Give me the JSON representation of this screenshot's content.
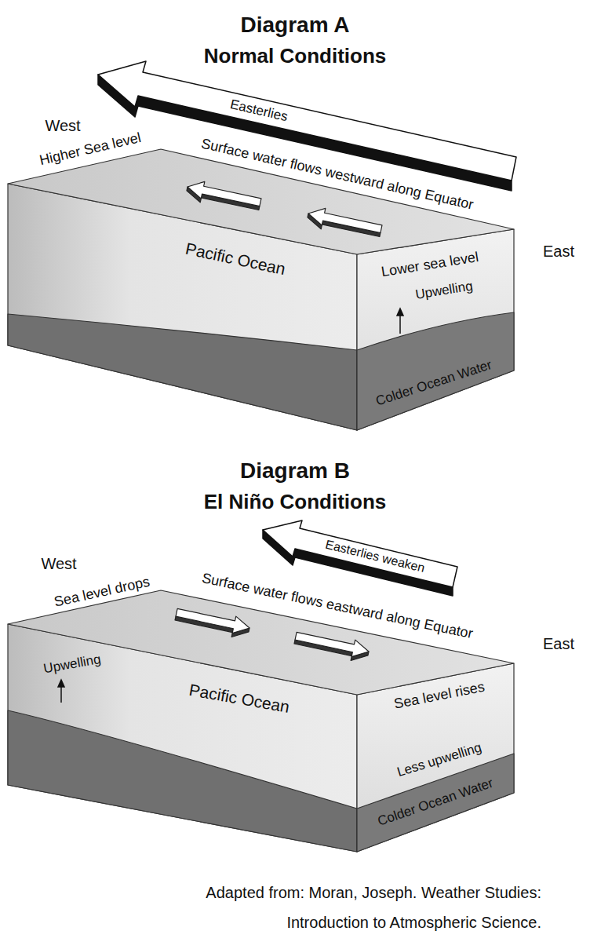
{
  "diagram": {
    "caption": "Adapted from: Moran, Joseph. Weather Studies: Introduction to Atmospheric Science.",
    "labels": [
      "Diagram A",
      "Normal Conditions",
      "West",
      "Easterlies",
      "Higher Sea level",
      "Surface water flows westward along Equator",
      "East",
      "Pacific Ocean",
      "Lower sea level",
      "Upwelling",
      "Colder Ocean Water",
      "Diagram B",
      "El Niño Conditions",
      "Easterlies weaken",
      "West",
      "Sea level drops",
      "Surface water flows eastward along Equator",
      "East",
      "Upwelling",
      "Pacific Ocean",
      "Sea level rises",
      "Less upwelling",
      "Colder Ocean Water"
    ]
  }
}
